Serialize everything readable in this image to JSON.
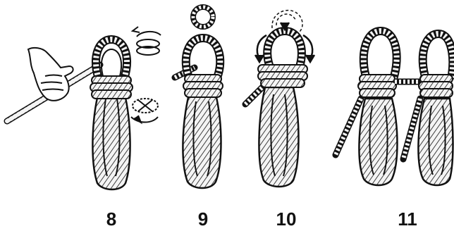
{
  "steps": [
    {
      "number": "8"
    },
    {
      "number": "9"
    },
    {
      "number": "10"
    },
    {
      "number": "11"
    }
  ],
  "colors": {
    "ink": "#111111",
    "paper": "#ffffff",
    "rope_fill": "#f4f4f4"
  },
  "icons": [
    "hand-icon",
    "rotate-arrow-icon",
    "twist-arrow-icon",
    "flip-arrow-icon"
  ]
}
